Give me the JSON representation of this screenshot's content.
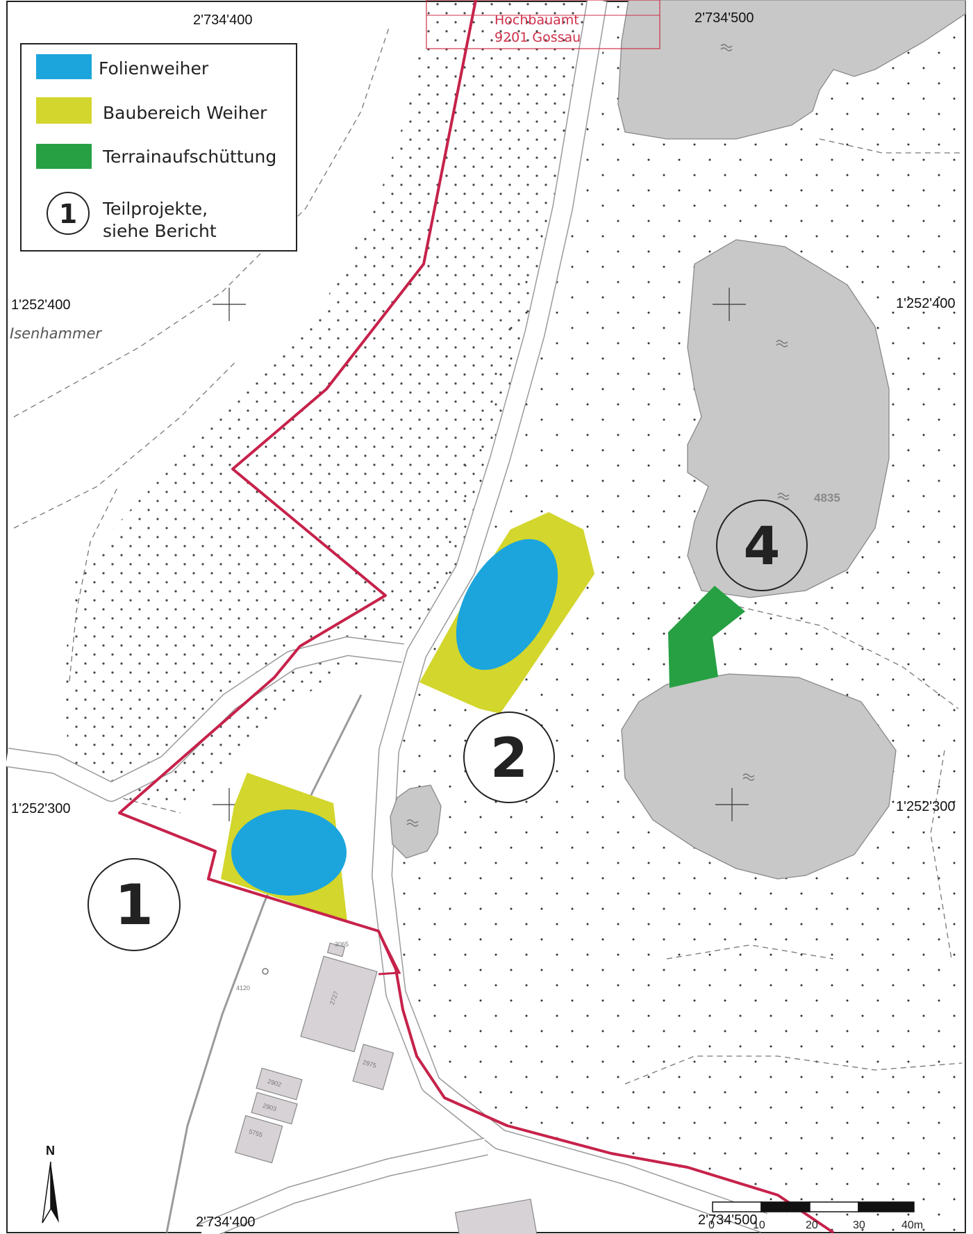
{
  "coordinates": {
    "top_left": "2'734'400",
    "top_right": "2'734'500",
    "bottom_left": "2'734'400",
    "bottom_right": "2'734'500",
    "left_upper": "1'252'400",
    "right_upper": "1'252'400",
    "left_lower": "1'252'300",
    "right_lower": "1'252'300"
  },
  "place_name": "Isenhammer",
  "stamp": {
    "line1": "Hochbauamt",
    "line2": "9201 Gossau",
    "color": "#d0304a"
  },
  "parcels": {
    "pond_parcel": "4835"
  },
  "buildings": [
    "3065",
    "4120",
    "2727",
    "2975",
    "2902",
    "2903",
    "5755"
  ],
  "legend": {
    "items": [
      {
        "label": "Folienweiher",
        "color": "#1ba5dc"
      },
      {
        "label": "Baubereich Weiher",
        "color": "#d3d62c"
      },
      {
        "label": "Terrainaufschüttung",
        "color": "#26a042"
      }
    ],
    "marker_symbol": "1",
    "marker_label_line1": "Teilprojekte,",
    "marker_label_line2": "siehe Bericht"
  },
  "markers": [
    "1",
    "2",
    "4"
  ],
  "scale_bar": {
    "ticks": [
      "0",
      "10",
      "20",
      "30",
      "40m"
    ]
  },
  "north_label": "N",
  "colors": {
    "boundary": "#c6224a",
    "pond_fill": "#c8c8c8",
    "building_fill": "#d7d2d6"
  }
}
